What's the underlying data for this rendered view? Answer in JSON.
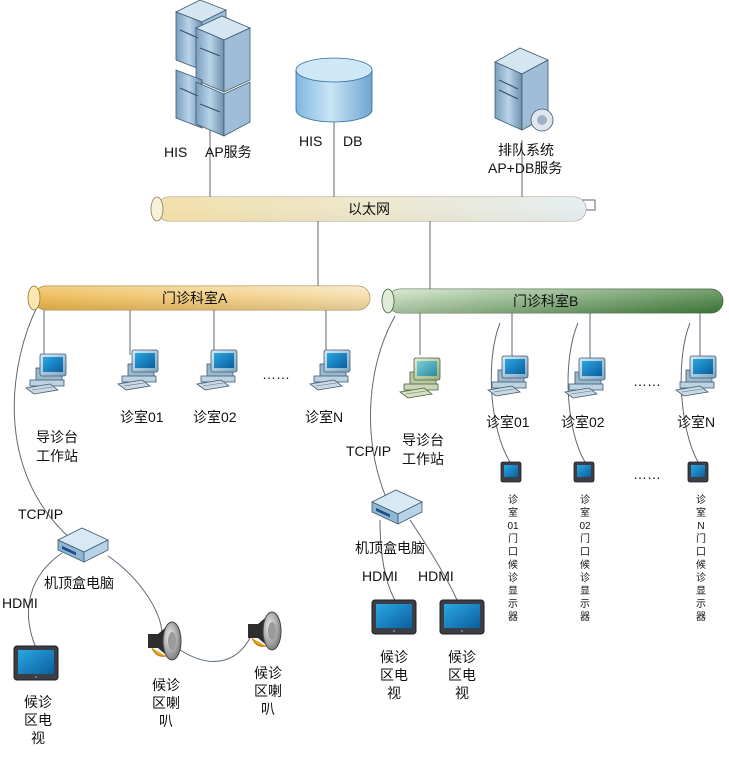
{
  "servers": {
    "his_label": "HIS",
    "ap_label": "AP服务",
    "db_his": "HIS",
    "db_label": "DB",
    "queue_line1": "排队系统",
    "queue_line2": "AP+DB服务"
  },
  "ethernet_label": "以太网",
  "dept_a": {
    "label": "门诊科室A",
    "guide_l1": "导诊台",
    "guide_l2": "工作站",
    "room1": "诊室01",
    "room2": "诊室02",
    "roomN": "诊室N",
    "ellipsis": "……",
    "tcpip": "TCP/IP",
    "stb": "机顶盒电脑",
    "hdmi": "HDMI",
    "tv": "候诊区电视",
    "speaker1": "候诊区喇叭",
    "speaker2": "候诊区喇叭"
  },
  "dept_b": {
    "label": "门诊科室B",
    "guide_l1": "导诊台",
    "guide_l2": "工作站",
    "room1": "诊室01",
    "room2": "诊室02",
    "roomN": "诊室N",
    "ellipsis1": "……",
    "ellipsis2": "……",
    "tcpip": "TCP/IP",
    "stb": "机顶盒电脑",
    "hdmi1": "HDMI",
    "hdmi2": "HDMI",
    "tv1": "候诊区电视",
    "tv2": "候诊区电视",
    "door1": "诊室01门口候诊显示器",
    "door2": "诊室02门口候诊显示器",
    "doorN": "诊室N门口候诊显示器"
  },
  "colors": {
    "ethernet_bus": "#f2e8c8",
    "dept_a_bus": "#f1cb7a",
    "dept_b_bus": "#8fb686",
    "wire": "#5c6a7a"
  }
}
